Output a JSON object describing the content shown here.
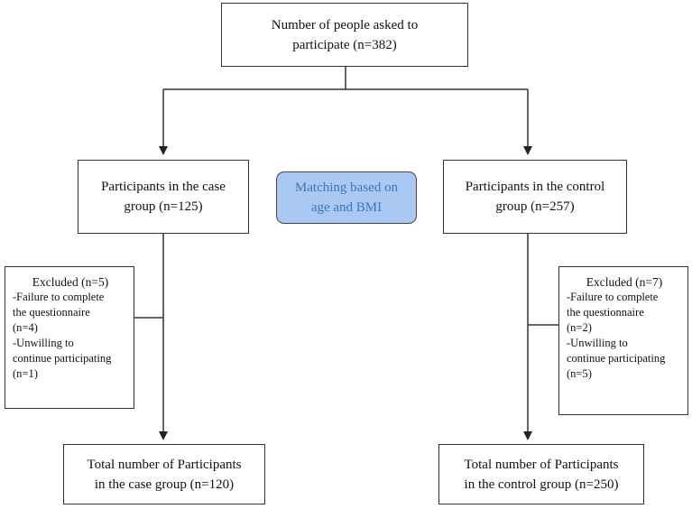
{
  "top": {
    "line1": "Number of people asked to",
    "line2": "participate (n=382)"
  },
  "case": {
    "line1": "Participants in the case",
    "line2": "group (n=125)"
  },
  "control": {
    "line1": "Participants in the control",
    "line2": "group (n=257)"
  },
  "matching": {
    "line1": "Matching based on",
    "line2": "age and BMI"
  },
  "excluded_case": {
    "title": "Excluded (n=5)",
    "lines": [
      "-Failure to complete",
      "the questionnaire",
      "(n=4)",
      "-Unwilling to",
      "continue participating",
      "(n=1)"
    ]
  },
  "excluded_control": {
    "title": "Excluded (n=7)",
    "lines": [
      "-Failure to complete",
      "the questionnaire",
      "(n=2)",
      "-Unwilling to",
      "continue participating",
      "(n=5)"
    ]
  },
  "total_case": {
    "line1": "Total number of Participants",
    "line2": "in the case group (n=120)"
  },
  "total_control": {
    "line1": "Total number of Participants",
    "line2": "in the control group (n=250)"
  }
}
